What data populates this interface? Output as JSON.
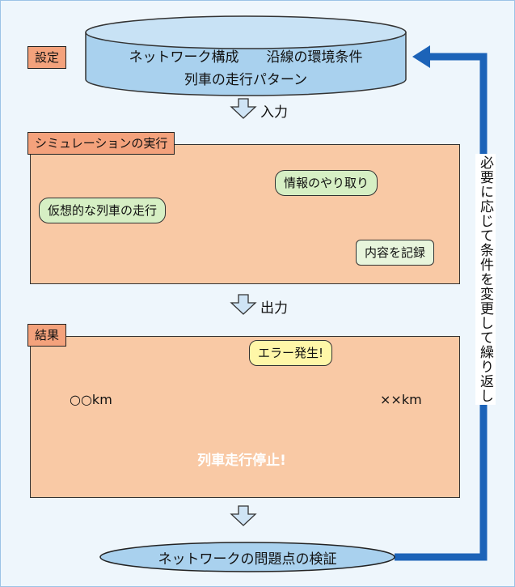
{
  "setup": {
    "tag": "設定",
    "line1": "ネットワーク構成　　沿線の環境条件",
    "line2": "列車の走行パターン"
  },
  "flow": {
    "input": "入力",
    "output": "出力"
  },
  "simulation": {
    "title": "シミュレーションの実行",
    "exchange_callout": "情報のやり取り",
    "train_callout": "仮想的な列車の走行",
    "record_label": "内容を記録"
  },
  "result": {
    "title": "結果",
    "error_callout": "エラー発生!",
    "start_label": "○○km",
    "end_label": "××km",
    "stop_burst": "列車走行停止!"
  },
  "verify": {
    "label": "ネットワークの問題点の検証"
  },
  "loop": {
    "label": "必要に応じて条件を変更して繰り返し"
  },
  "colors": {
    "frame_bg": "#eef6fc",
    "frame_border": "#9cc3e6",
    "cylinder_fill": "#a9d1ee",
    "panel_fill": "#f9c9a5",
    "tag_fill": "#f4a27c",
    "callout_green": "#d6efc4",
    "callout_yellow": "#fff7a8",
    "loop_arrow": "#1c63b8",
    "burst_fill": "#e8207c",
    "error_x": "#e0201e",
    "timeline_arrow": "#3eaee8",
    "exchange_arrow": "#8bc53f"
  }
}
